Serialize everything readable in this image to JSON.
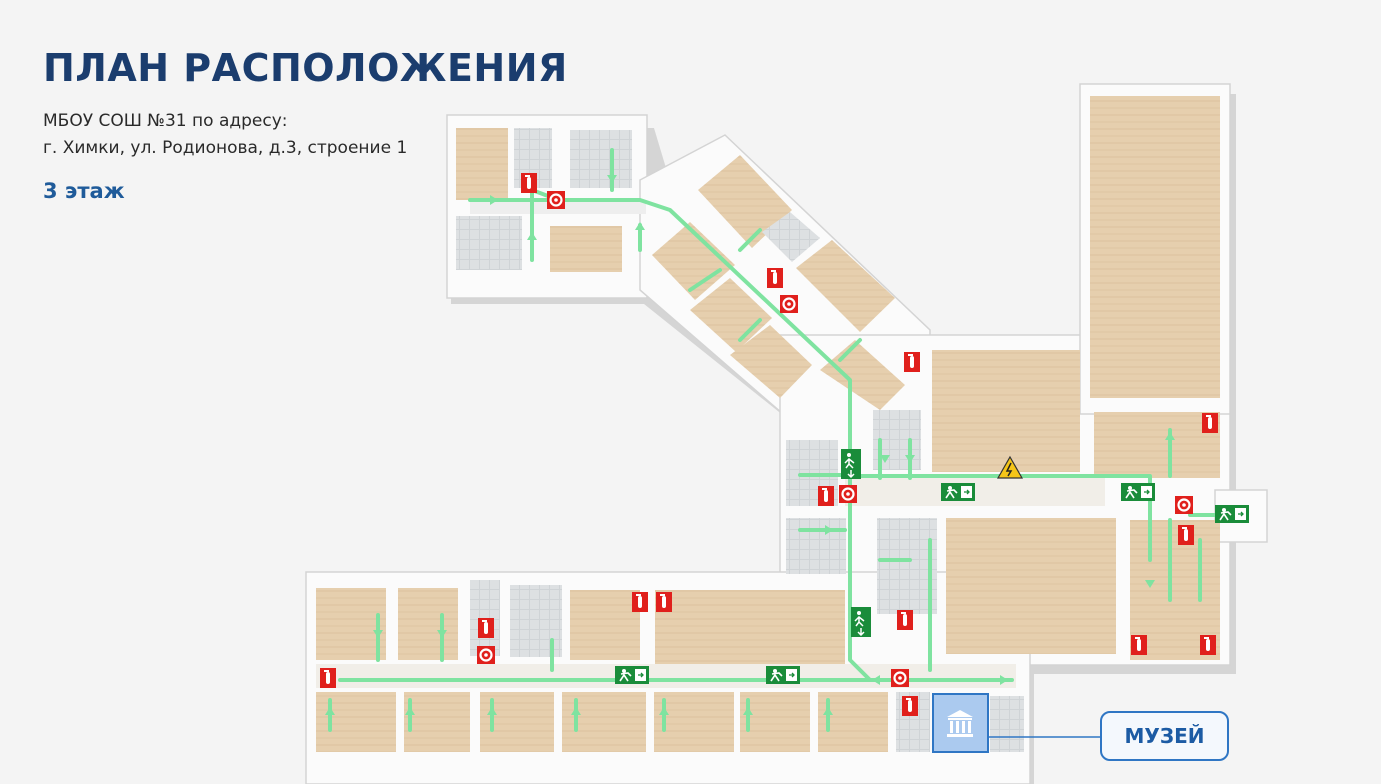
{
  "header": {
    "title": "ПЛАН РАСПОЛОЖЕНИЯ",
    "address_line1": "МБОУ СОШ №31 по адресу:",
    "address_line2": "г. Химки, ул. Родионова, д.3, строение 1",
    "floor": "3 этаж"
  },
  "map": {
    "museum_label": "МУЗЕЙ",
    "colors": {
      "floor": "#e6cfae",
      "wall": "#fbfbfb",
      "route": "#7fe3a0",
      "exit_sign": "#1a8c3a",
      "fire_sign": "#e0201c",
      "museum": "#2f76c4"
    },
    "icons": [
      "fire-extinguisher-icon",
      "fire-hydrant-icon",
      "emergency-exit-icon",
      "high-voltage-icon",
      "museum-icon"
    ]
  }
}
